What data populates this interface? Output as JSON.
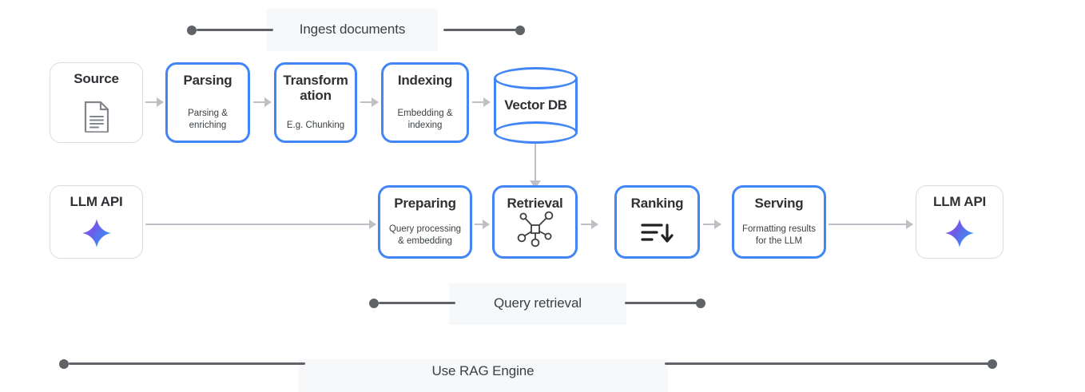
{
  "diagram": {
    "title": "RAG Engine pipeline",
    "accent_color": "#4285F4",
    "connector_color": "#bdc1c6",
    "band_color": "#5f6368",
    "band_bg_color": "#f7f8fa",
    "text_color": "#303134"
  },
  "bands": [
    {
      "id": "ingest",
      "label": "Ingest documents"
    },
    {
      "id": "query",
      "label": "Query retrieval"
    },
    {
      "id": "rag",
      "label": "Use RAG Engine"
    }
  ],
  "ingest_row": [
    {
      "id": "source",
      "title": "Source",
      "subtitle": "",
      "icon": "document-icon",
      "style": "plain"
    },
    {
      "id": "parsing",
      "title": "Parsing",
      "subtitle": "Parsing &\nenriching",
      "icon": "",
      "style": "accent"
    },
    {
      "id": "transformation",
      "title": "Transform\nation",
      "subtitle": "E.g. Chunking",
      "icon": "",
      "style": "accent"
    },
    {
      "id": "indexing",
      "title": "Indexing",
      "subtitle": "Embedding &\nindexing",
      "icon": "",
      "style": "accent"
    }
  ],
  "vector_db": {
    "id": "vector-db",
    "label": "Vector DB"
  },
  "query_row": [
    {
      "id": "llm-api-in",
      "title": "LLM API",
      "subtitle": "",
      "icon": "gemini-star-icon",
      "style": "plain"
    },
    {
      "id": "preparing",
      "title": "Preparing",
      "subtitle": "Query processing\n& embedding",
      "icon": "",
      "style": "accent"
    },
    {
      "id": "retrieval",
      "title": "Retrieval",
      "subtitle": "",
      "icon": "node-graph-icon",
      "style": "accent"
    },
    {
      "id": "ranking",
      "title": "Ranking",
      "subtitle": "",
      "icon": "sort-descending-icon",
      "style": "accent"
    },
    {
      "id": "serving",
      "title": "Serving",
      "subtitle": "Formatting results\nfor the LLM",
      "icon": "",
      "style": "accent"
    },
    {
      "id": "llm-api-out",
      "title": "LLM API",
      "subtitle": "",
      "icon": "gemini-star-icon",
      "style": "plain"
    }
  ]
}
